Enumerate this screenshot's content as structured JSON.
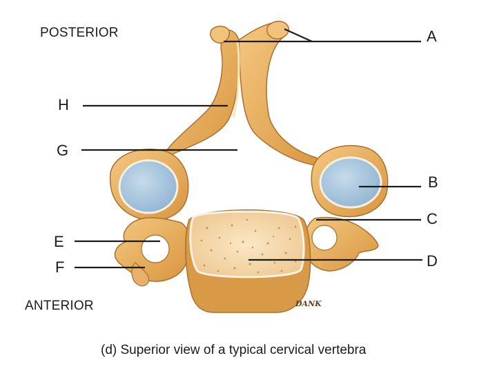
{
  "directions": {
    "posterior": "POSTERIOR",
    "anterior": "ANTERIOR"
  },
  "labels": {
    "a": "A",
    "b": "B",
    "c": "C",
    "d": "D",
    "e": "E",
    "f": "F",
    "g": "G",
    "h": "H"
  },
  "caption": "(d) Superior view of a typical cervical vertebra",
  "signature": "DANK",
  "colors": {
    "bone": "#e8b060",
    "bone_light": "#f2c987",
    "bone_dark": "#a87030",
    "cartilage": "#a9c9e0",
    "body_interior": "#f6dcb0",
    "leader_line": "#1b1b1b"
  }
}
